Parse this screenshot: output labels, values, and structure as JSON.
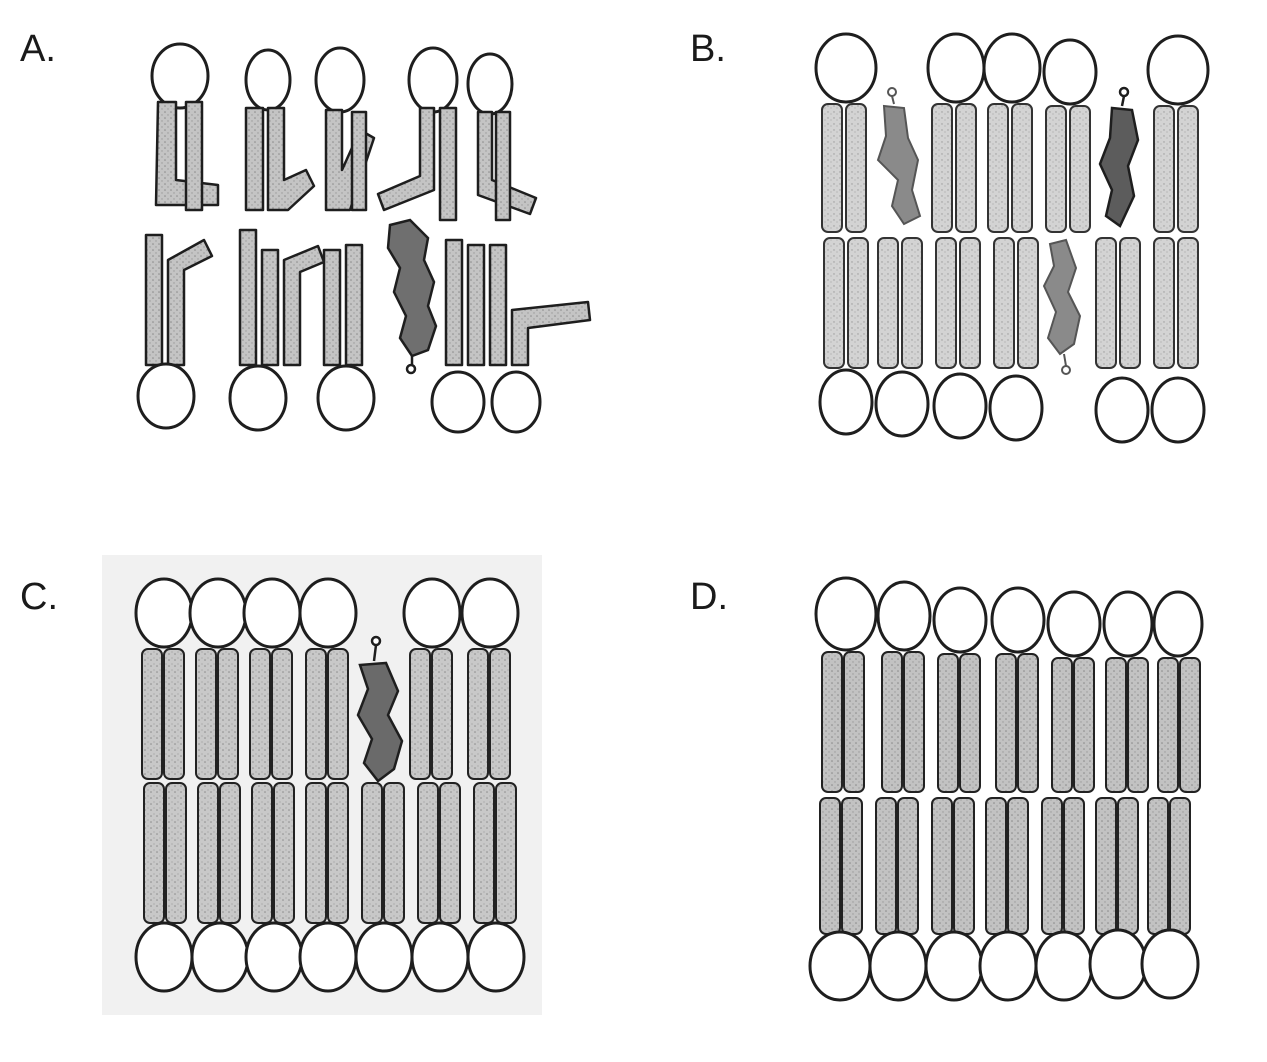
{
  "panels": [
    {
      "id": "a",
      "label": "A."
    },
    {
      "id": "b",
      "label": "B."
    },
    {
      "id": "c",
      "label": "C."
    },
    {
      "id": "d",
      "label": "D."
    }
  ],
  "colors": {
    "outline": "#1e1e1e",
    "tail_fill": "#bdbdbd",
    "tail_fill_light": "#d3d3d3",
    "head_fill": "#ffffff",
    "sterol_fill": "#6f6f6f",
    "panel_c_background": "#f1f1f1"
  },
  "icons": {
    "phospholipid": "phospholipid-icon",
    "sterol": "sterol-molecule-icon"
  }
}
